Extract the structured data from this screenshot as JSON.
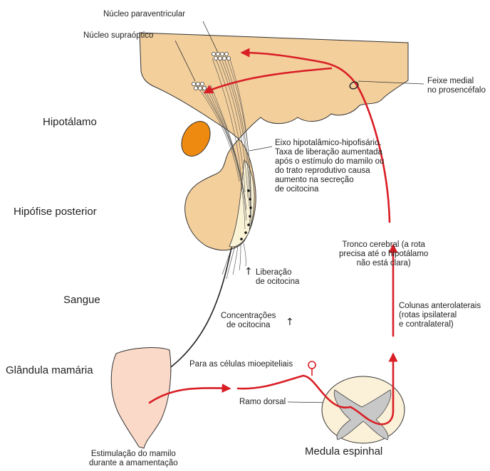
{
  "labels": {
    "paraventricular": "Núcleo paraventricular",
    "supraoptic": "Núcleo supraóptico",
    "hypothalamus": "Hipotálamo",
    "posterior_pituitary": "Hipófise posterior",
    "blood": "Sangue",
    "mammary_gland": "Glândula mamária",
    "nipple_stimulation": [
      "Estimulação do mamilo",
      "durante a amamentação"
    ],
    "medial_forebrain_bundle": [
      "Feixe medial",
      "no prosencéfalo"
    ],
    "axis": [
      "Eixo hipotalâmico-hipofisário.",
      "Taxa de liberação aumentada",
      "após o estímulo do mamilo ou",
      "do trato reprodutivo causa",
      "aumento na secreção",
      "de ocitocina"
    ],
    "brainstem": [
      "Tronco cerebral (a rota",
      "precisa até o hipotálamo",
      "não está clara)"
    ],
    "anterolateral_columns": [
      "Colunas anterolaterais",
      "(rotas ipsilateral",
      "e contralateral)"
    ],
    "oxytocin_release": [
      "Liberação",
      "de ocitocina"
    ],
    "oxytocin_concentrations": [
      "Concentrações",
      "de ocitocina"
    ],
    "myoepithelial_cells": "Para as células mioepiteliais",
    "dorsal_root": "Ramo dorsal",
    "spinal_cord": "Medula espinhal",
    "up_arrow": "↑"
  },
  "colors": {
    "brain_tissue": "#f3cf9c",
    "nucleus_orange": "#ef8a10",
    "pathway_red": "#d91e25",
    "breast_pink": "#fbd9c8",
    "spinal_gray": "#c8c8c8",
    "outline": "#333333"
  }
}
